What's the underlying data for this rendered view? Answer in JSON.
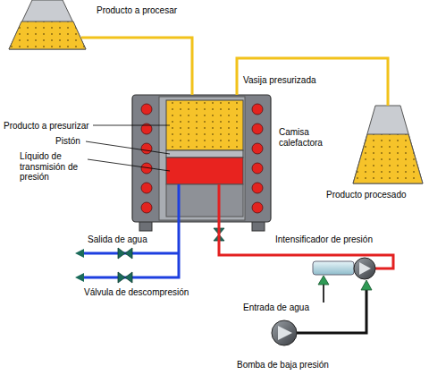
{
  "diagram": {
    "nodes": [
      {
        "text": [
          "Producto a procesar"
        ]
      },
      {
        "text": [
          "Vasija presurizada"
        ]
      },
      {
        "text": [
          "Producto procesado"
        ]
      }
    ],
    "edges": [
      {
        "from": 0,
        "to": 1,
        "arrow": "none"
      },
      {
        "from": 1,
        "to": 2,
        "arrow": "none"
      }
    ],
    "labels": [
      "Producto a presurizar",
      "Pistón",
      "Líquido de transmisión de presión",
      "Camisa calefactora",
      "Intensificador de presión",
      "Salida de agua",
      "Válvula de descompresión",
      "Entrada de agua",
      "Bomba de baja presión"
    ]
  }
}
